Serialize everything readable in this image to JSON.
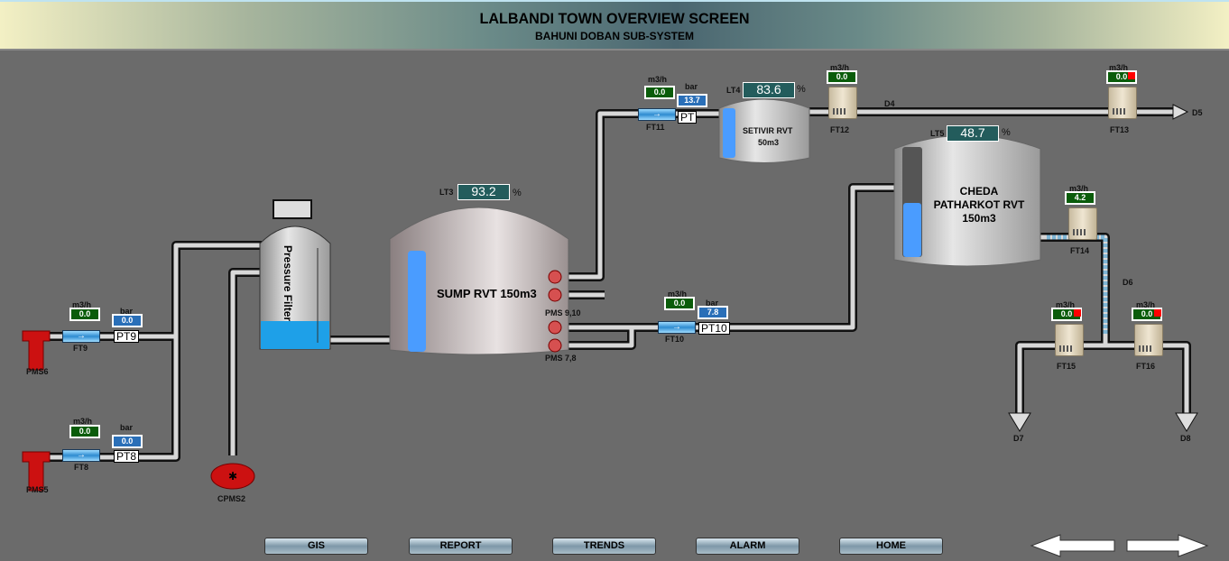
{
  "header": {
    "title": "LALBANDI TOWN OVERVIEW SCREEN",
    "subtitle": "BAHUNI DOBAN SUB-SYSTEM"
  },
  "units": {
    "flow": "m3/h",
    "pressure": "bar",
    "percent": "%"
  },
  "tanks": {
    "sump": {
      "name": "SUMP RVT 150m3",
      "tag": "LT3",
      "level": "93.2",
      "level_pct": 93.2
    },
    "setivir": {
      "name": "SETIVIR RVT",
      "capacity": "50m3",
      "tag": "LT4",
      "level": "83.6",
      "level_pct": 83.6
    },
    "cheda": {
      "name": "CHEDA PATHARKOT RVT",
      "capacity": "150m3",
      "tag": "LT5",
      "level": "48.7",
      "level_pct": 48.7
    },
    "filter": {
      "name": "Pressure Filter"
    }
  },
  "flowmeters": {
    "ft8": {
      "tag": "FT8",
      "value": "0.0"
    },
    "ft9": {
      "tag": "FT9",
      "value": "0.0"
    },
    "ft10": {
      "tag": "FT10",
      "value": "0.0"
    },
    "ft11": {
      "tag": "FT11",
      "value": "0.0"
    },
    "ft12": {
      "tag": "FT12",
      "value": "0.0"
    },
    "ft13": {
      "tag": "FT13",
      "value": "0.0"
    },
    "ft14": {
      "tag": "FT14",
      "value": "4.2"
    },
    "ft15": {
      "tag": "FT15",
      "value": "0.0"
    },
    "ft16": {
      "tag": "FT16",
      "value": "0.0"
    }
  },
  "pressure": {
    "pt8": {
      "tag": "PT8",
      "value": "0.0"
    },
    "pt9": {
      "tag": "PT9",
      "value": "0.0"
    },
    "pt10": {
      "tag": "PT10",
      "value": "7.8"
    },
    "pt11": {
      "tag": "PT",
      "value": "13.7"
    }
  },
  "pumps": {
    "pms5": "PMS5",
    "pms6": "PMS6",
    "pms910": "PMS 9,10",
    "pms78": "PMS 7,8",
    "cpms2": "CPMS2"
  },
  "lines": {
    "d4": "D4",
    "d5": "D5",
    "d6": "D6",
    "d7": "D7",
    "d8": "D8"
  },
  "colors": {
    "water": "#4a9cff",
    "display_green": "#0a5c0a",
    "display_blue": "#2a6fb8",
    "alarm": "#ff0000"
  },
  "nav": {
    "gis": "GIS",
    "report": "REPORT",
    "trends": "TRENDS",
    "alarm": "ALARM",
    "home": "HOME"
  }
}
